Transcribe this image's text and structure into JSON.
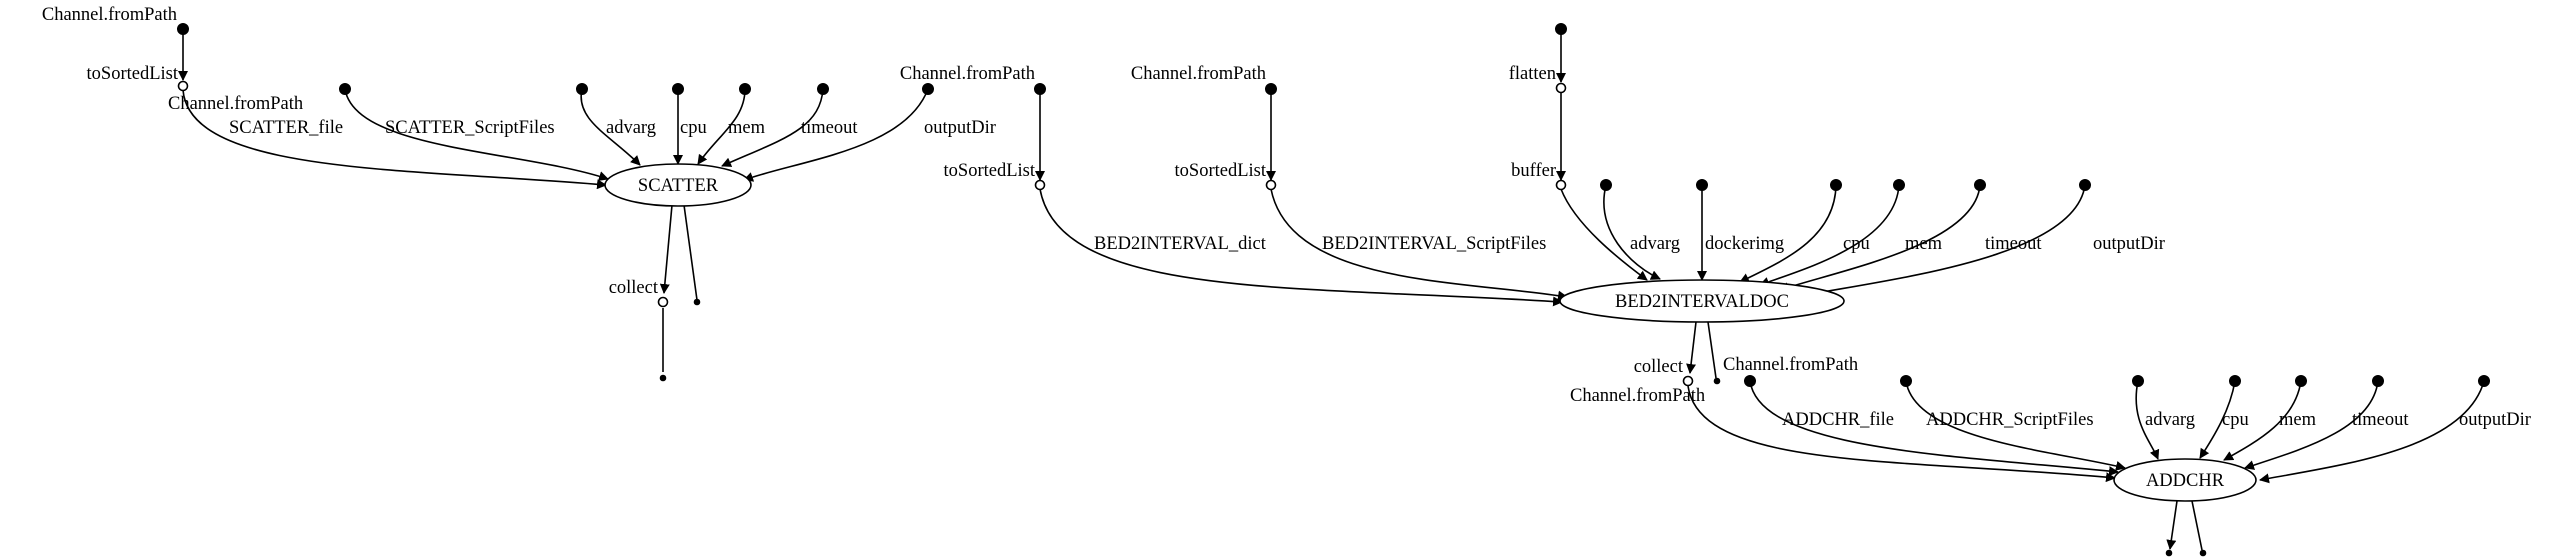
{
  "pipeline": {
    "processes": {
      "scatter": "SCATTER",
      "bed2interval": "BED2INTERVALDOC",
      "addchr": "ADDCHR"
    },
    "channel_labels": {
      "s_from_path": "Channel.fromPath",
      "s_to_sorted": "toSortedList",
      "s_from_path_2": "Channel.fromPath",
      "s_collect": "collect",
      "b_from_path_dict": "Channel.fromPath",
      "b_to_sorted_dict": "toSortedList",
      "b_from_path_scripts": "Channel.fromPath",
      "b_to_sorted_scripts": "toSortedList",
      "b_flatten": "flatten",
      "b_buffer": "buffer",
      "b_collect": "collect",
      "a_from_path": "Channel.fromPath",
      "a_from_path_2": "Channel.fromPath"
    },
    "edge_labels": {
      "s_file": "SCATTER_file",
      "s_scripts": "SCATTER_ScriptFiles",
      "s_advarg": "advarg",
      "s_cpu": "cpu",
      "s_mem": "mem",
      "s_timeout": "timeout",
      "s_outdir": "outputDir",
      "b_dict": "BED2INTERVAL_dict",
      "b_scripts": "BED2INTERVAL_ScriptFiles",
      "b_advarg": "advarg",
      "b_docker": "dockerimg",
      "b_cpu": "cpu",
      "b_mem": "mem",
      "b_timeout": "timeout",
      "b_outdir": "outputDir",
      "a_file": "ADDCHR_file",
      "a_scripts": "ADDCHR_ScriptFiles",
      "a_advarg": "advarg",
      "a_cpu": "cpu",
      "a_mem": "mem",
      "a_timeout": "timeout",
      "a_outdir": "outputDir"
    }
  }
}
